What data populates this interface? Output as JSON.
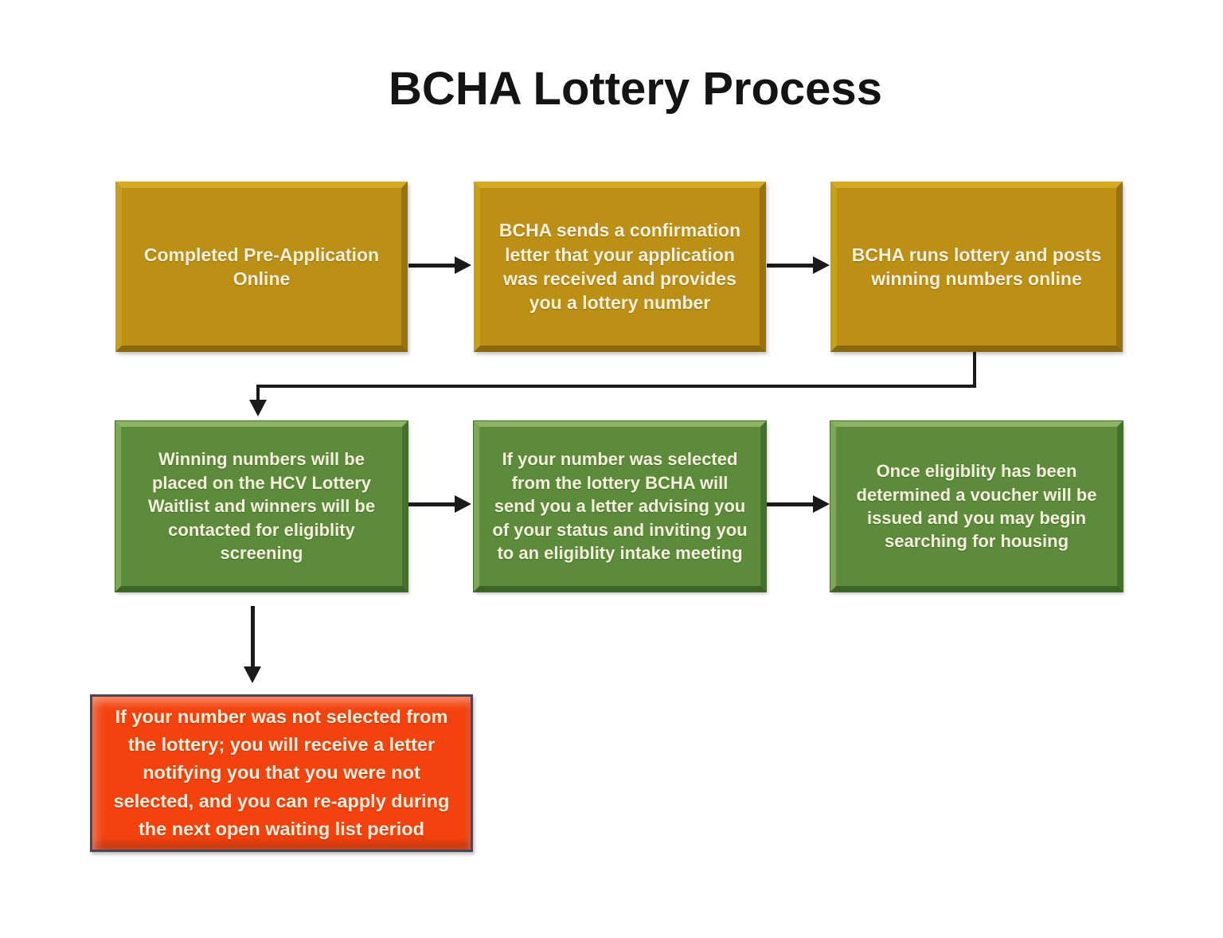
{
  "title": "BCHA Lottery Process",
  "colors": {
    "gold_box": "#BC9015",
    "green_box": "#5C8B3C",
    "red_box": "#F4420F",
    "red_box_border": "#4A4656",
    "box_text": "#F5F0DC",
    "arrow": "#1A1A1A",
    "title_text": "#141414",
    "background": "#FFFFFF"
  },
  "flowchart": {
    "steps": [
      {
        "id": "pre-application",
        "row": 1,
        "color": "gold",
        "label": "Completed Pre-Application Online"
      },
      {
        "id": "confirmation-letter",
        "row": 1,
        "color": "gold",
        "label": "BCHA sends a confirmation letter that your application was received and provides you a lottery number"
      },
      {
        "id": "run-lottery",
        "row": 1,
        "color": "gold",
        "label": "BCHA runs lottery and posts winning numbers online"
      },
      {
        "id": "waitlist",
        "row": 2,
        "color": "green",
        "label": "Winning numbers will be placed on the HCV Lottery Waitlist and winners will be contacted for eligiblity screening"
      },
      {
        "id": "selected-letter",
        "row": 2,
        "color": "green",
        "label": "If your number was selected from the lottery BCHA will send you a letter advising you of your status and inviting you to an eligiblity intake meeting"
      },
      {
        "id": "voucher-issued",
        "row": 2,
        "color": "green",
        "label": "Once eligiblity has been determined a voucher will be issued and you may begin searching for housing"
      },
      {
        "id": "not-selected",
        "row": 3,
        "color": "red",
        "label": "If your number was not selected from the lottery; you will receive a letter notifying you that you were not selected, and you can re-apply during the next open waiting list period"
      }
    ]
  }
}
